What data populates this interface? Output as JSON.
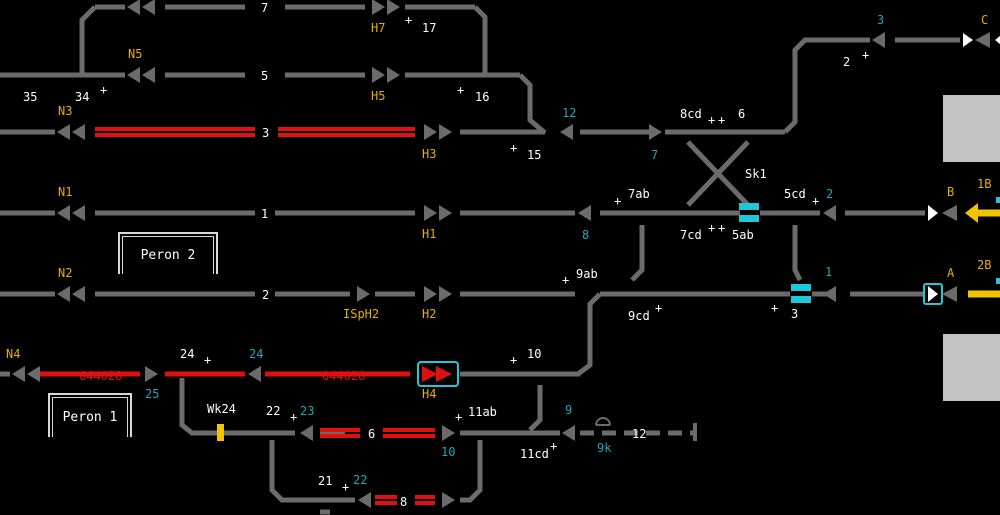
{
  "platforms": [
    {
      "label": "Peron 2"
    },
    {
      "label": "Peron 1"
    }
  ],
  "signals": {
    "N5": "N5",
    "N3": "N3",
    "N1": "N1",
    "N2": "N2",
    "N4": "N4",
    "H7": "H7",
    "H5": "H5",
    "H3": "H3",
    "H1": "H1",
    "H2": "H2",
    "H4": "H4",
    "ISpH2": "ISpH2",
    "Wk24": "Wk24",
    "A": "A",
    "B": "B",
    "C": "C",
    "1B": "1B",
    "2B": "2B",
    "Sk1": "Sk1"
  },
  "tracks": {
    "t7": "7",
    "t5": "5",
    "t3": "3",
    "t1": "1",
    "t2": "2",
    "t644028a": "644028",
    "t644028b": "644028",
    "t6": "6",
    "t8": "8",
    "t12": "12"
  },
  "switches": {
    "s35": "35",
    "s34": "34",
    "s17": "17",
    "s16": "16",
    "s15": "15",
    "s12": "12",
    "s7c": "7",
    "s8cd": "8cd",
    "s6": "6",
    "s7ab": "7ab",
    "s5cd": "5cd",
    "s2c": "2",
    "s7cd": "7cd",
    "s5ab": "5ab",
    "s8c": "8",
    "s9ab": "9ab",
    "s1c": "1",
    "s9cd": "9cd",
    "s3": "3",
    "s10": "10",
    "s24": "24",
    "s24c": "24",
    "s25": "25",
    "s22": "22",
    "s23": "23",
    "s11ab": "11ab",
    "s9c": "9",
    "s11cd": "11cd",
    "s9k": "9k",
    "s10c": "10",
    "s21": "21",
    "s22c": "22",
    "s3c": "3",
    "s2": "2"
  },
  "colors": {
    "track": "#6b6b6b",
    "occupied": "#e01010",
    "label_yellow": "#e5b000",
    "label_cyan": "#1aa8b8",
    "highlight": "#22c8d8",
    "block_yellow": "#f2c400"
  }
}
